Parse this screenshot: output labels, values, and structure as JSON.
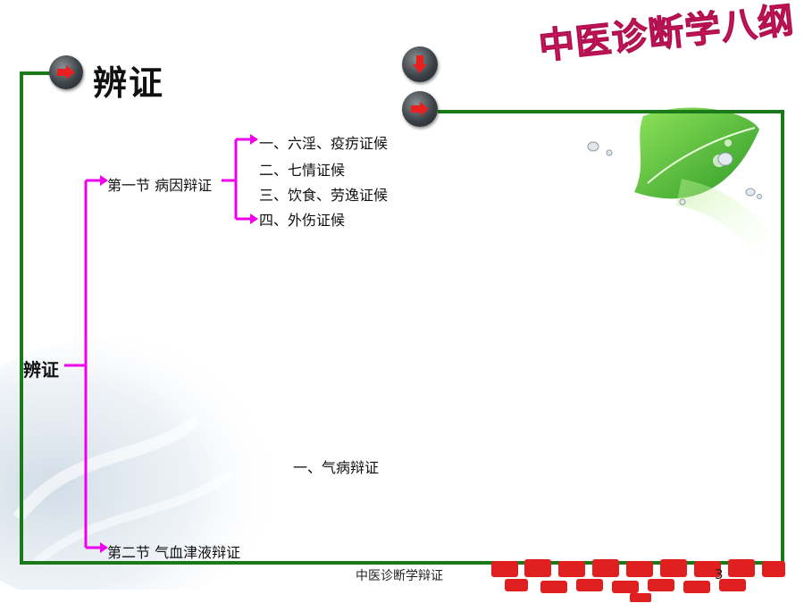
{
  "slide": {
    "title": "辨证",
    "brand": "中医诊断学八纲",
    "footer": "中医诊断学辩证",
    "page_number": "3"
  },
  "tree": {
    "root": "辨证",
    "sections": [
      {
        "label": "第一节 病因辩证",
        "items": [
          "一、六淫、疫疠证候",
          "二、七情证候",
          "三、饮食、劳逸证候",
          "四、外伤证候"
        ]
      },
      {
        "label": "第二节 气血津液辩证",
        "items": [
          "一、气病辩证"
        ]
      }
    ]
  },
  "colors": {
    "frame": "#1a7a1a",
    "connector": "#ee00ee",
    "brand": "#e01a6a",
    "leaf": "#5fcf3a"
  },
  "icons": {
    "down_button": "arrow-down-icon",
    "right_button": "arrow-right-icon"
  }
}
